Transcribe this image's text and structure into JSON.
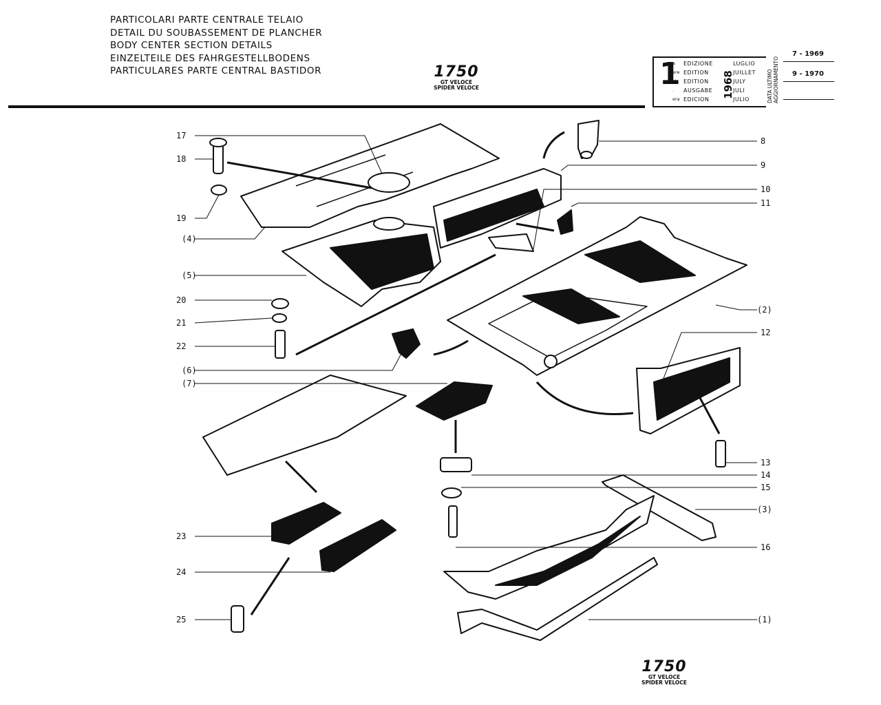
{
  "header": {
    "titles": [
      "PARTICOLARI PARTE CENTRALE TELAIO",
      "DETAIL DU SOUBASSEMENT DE PLANCHER",
      "BODY CENTER SECTION DETAILS",
      "EINZELTEILE DES FAHRGESTELLBODENS",
      "PARTICULARES PARTE CENTRAL BASTIDOR"
    ],
    "model": {
      "number": "1750",
      "line1": "GT VELOCE",
      "line2": "SPIDER VELOCE"
    }
  },
  "edition_box": {
    "number": "1",
    "superscripts": [
      "a",
      "ere",
      "st",
      ".",
      "era"
    ],
    "words": [
      "EDIZIONE",
      "EDITION",
      "EDITION",
      "AUSGABE",
      "EDICION"
    ],
    "months": [
      "LUGLIO",
      "JUILLET",
      "JULY",
      "JULI",
      "JULIO"
    ],
    "year": "1968",
    "update_label_line1": "DATA ULTIMO",
    "update_label_line2": "AGGIORNAMENTO",
    "update_dates": [
      "7 - 1969",
      "9 - 1970"
    ]
  },
  "footer": {
    "model": {
      "number": "1750",
      "line1": "GT VELOCE",
      "line2": "SPIDER VELOCE"
    }
  },
  "callouts": {
    "left": [
      "17",
      "18",
      "19",
      "(4)",
      "(5)",
      "20",
      "21",
      "22",
      "(6)",
      "(7)",
      "23",
      "24",
      "25"
    ],
    "right": [
      "8",
      "9",
      "10",
      "11",
      "(2)",
      "12",
      "13",
      "14",
      "15",
      "(3)",
      "16",
      "(1)"
    ]
  }
}
